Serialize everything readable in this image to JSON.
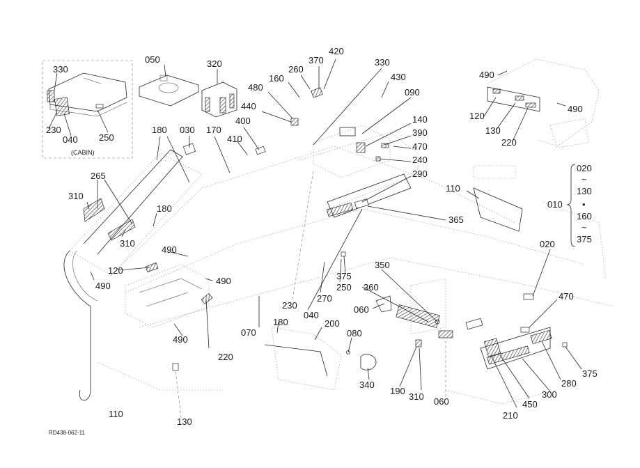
{
  "diagram": {
    "doc_code": "RD438-062-11",
    "cabin_note": "(CABIN)",
    "range_bracket": {
      "group": "010",
      "top": [
        "020",
        "~",
        "130"
      ],
      "bullet": "•",
      "bottom": [
        "160",
        "~",
        "375"
      ]
    },
    "callouts": [
      {
        "id": "c330a",
        "text": "330"
      },
      {
        "id": "c230a",
        "text": "230"
      },
      {
        "id": "c040a",
        "text": "040"
      },
      {
        "id": "c250a",
        "text": "250"
      },
      {
        "id": "c050",
        "text": "050"
      },
      {
        "id": "c320",
        "text": "320"
      },
      {
        "id": "c160a",
        "text": "160"
      },
      {
        "id": "c260",
        "text": "260"
      },
      {
        "id": "c370",
        "text": "370"
      },
      {
        "id": "c420",
        "text": "420"
      },
      {
        "id": "c330b",
        "text": "330"
      },
      {
        "id": "c430",
        "text": "430"
      },
      {
        "id": "c090",
        "text": "090"
      },
      {
        "id": "c480",
        "text": "480"
      },
      {
        "id": "c440",
        "text": "440"
      },
      {
        "id": "c140",
        "text": "140"
      },
      {
        "id": "c390",
        "text": "390"
      },
      {
        "id": "c470a",
        "text": "470"
      },
      {
        "id": "c240",
        "text": "240"
      },
      {
        "id": "c290",
        "text": "290"
      },
      {
        "id": "c490a",
        "text": "490"
      },
      {
        "id": "c490b",
        "text": "490"
      },
      {
        "id": "c120a",
        "text": "120"
      },
      {
        "id": "c130a",
        "text": "130"
      },
      {
        "id": "c220a",
        "text": "220"
      },
      {
        "id": "c180a",
        "text": "180"
      },
      {
        "id": "c030",
        "text": "030"
      },
      {
        "id": "c170",
        "text": "170"
      },
      {
        "id": "c400",
        "text": "400"
      },
      {
        "id": "c410",
        "text": "410"
      },
      {
        "id": "c265",
        "text": "265"
      },
      {
        "id": "c310a",
        "text": "310"
      },
      {
        "id": "c180b",
        "text": "180"
      },
      {
        "id": "c310b",
        "text": "310"
      },
      {
        "id": "c490c",
        "text": "490"
      },
      {
        "id": "c120b",
        "text": "120"
      },
      {
        "id": "c490d",
        "text": "490"
      },
      {
        "id": "c490e",
        "text": "490"
      },
      {
        "id": "c110a",
        "text": "110"
      },
      {
        "id": "c365",
        "text": "365"
      },
      {
        "id": "c020",
        "text": "020"
      },
      {
        "id": "c350",
        "text": "350"
      },
      {
        "id": "c375a",
        "text": "375"
      },
      {
        "id": "c250b",
        "text": "250"
      },
      {
        "id": "c360",
        "text": "360"
      },
      {
        "id": "c270",
        "text": "270"
      },
      {
        "id": "c230b",
        "text": "230"
      },
      {
        "id": "c040b",
        "text": "040"
      },
      {
        "id": "c060a",
        "text": "060"
      },
      {
        "id": "c470b",
        "text": "470"
      },
      {
        "id": "c070",
        "text": "070"
      },
      {
        "id": "c180c",
        "text": "180"
      },
      {
        "id": "c200",
        "text": "200"
      },
      {
        "id": "c080",
        "text": "080"
      },
      {
        "id": "c490f",
        "text": "490"
      },
      {
        "id": "c220b",
        "text": "220"
      },
      {
        "id": "c340",
        "text": "340"
      },
      {
        "id": "c190",
        "text": "190"
      },
      {
        "id": "c310c",
        "text": "310"
      },
      {
        "id": "c060b",
        "text": "060"
      },
      {
        "id": "c210",
        "text": "210"
      },
      {
        "id": "c450",
        "text": "450"
      },
      {
        "id": "c300",
        "text": "300"
      },
      {
        "id": "c280",
        "text": "280"
      },
      {
        "id": "c375b",
        "text": "375"
      },
      {
        "id": "c110b",
        "text": "110"
      },
      {
        "id": "c130b",
        "text": "130"
      }
    ]
  }
}
